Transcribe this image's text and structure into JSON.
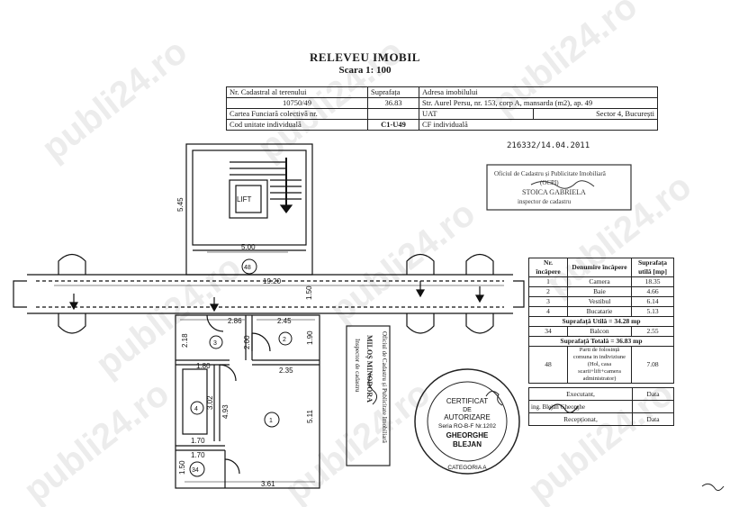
{
  "header": {
    "title": "RELEVEU IMOBIL",
    "scale": "Scara 1: 100"
  },
  "cadastral": {
    "rows": [
      [
        "Nr. Cadastral al terenului",
        "Suprafața",
        "Adresa imobilului"
      ],
      [
        "10750/49",
        "36.83",
        "Str. Aurel Persu, nr. 153, corp A, mansarda (m2), ap. 49"
      ],
      [
        "Cartea Funciară colectivă nr.",
        "",
        "UAT",
        "Sector 4, București"
      ],
      [
        "Cod unitate individuală",
        "C1-U49",
        "CF individuală"
      ]
    ]
  },
  "registration": "216332/14.04.2011",
  "stamp_oficiu": {
    "lines": [
      "Oficiul de Cadastru și Publicitate Imobiliară",
      "(OCPI)",
      "STOICA GABRIELA",
      "inspector de cadastru"
    ]
  },
  "stamp_vertical": {
    "lines": [
      "Oficiul de Cadastru și Publicitate Imobiliară",
      "MILOȘ MINODORA",
      "Inspector de cadastru"
    ]
  },
  "stamp_round": {
    "lines": [
      "CERTIFICAT",
      "DE",
      "AUTORIZARE",
      "Seria RO-B-F Nr.1202",
      "GHEORGHE",
      "BLEJAN",
      "CATEGORIA A"
    ]
  },
  "rooms_table": {
    "headers": [
      "Nr. încăpere",
      "Denumire încăpere",
      "Suprafața utilă [mp]"
    ],
    "rows": [
      [
        "1",
        "Camera",
        "18.35"
      ],
      [
        "2",
        "Baie",
        "4.66"
      ],
      [
        "3",
        "Vestibul",
        "6.14"
      ],
      [
        "4",
        "Bucatarie",
        "5.13"
      ]
    ],
    "total_util": "Suprafață Utilă = 34.28 mp",
    "balcony": [
      "34",
      "Balcon",
      "2.55"
    ],
    "total": "Suprafață Totală = 36.83 mp",
    "common": [
      "48",
      "Parti de folosință comuna in indiviziune (Hol, casa scarii+lift+camera administrator)",
      "7.08"
    ]
  },
  "executed": {
    "executat_label": "Executant,",
    "executat_name": "ing. Blejan Gheorghe",
    "data_label": "Data",
    "receptionat_label": "Recepționat,"
  },
  "plan_labels": {
    "lift": "LIFT",
    "room_48": "48",
    "room_1": "1",
    "room_2": "2",
    "room_3": "3",
    "room_4": "4",
    "room_34": "34",
    "dim_545": "5.45",
    "dim_500": "5.00",
    "dim_1920": "19.20",
    "dim_150a": "1.50",
    "dim_286": "2.86",
    "dim_245": "2.45",
    "dim_218": "2.18",
    "dim_200": "2.00",
    "dim_190": "1.90",
    "dim_180": "1.80",
    "dim_235": "2.35",
    "dim_302": "3.02",
    "dim_493": "4.93",
    "dim_511": "5.11",
    "dim_170a": "1.70",
    "dim_170b": "1.70",
    "dim_150b": "1.50",
    "dim_361": "3.61"
  },
  "watermark": "publi24.ro"
}
